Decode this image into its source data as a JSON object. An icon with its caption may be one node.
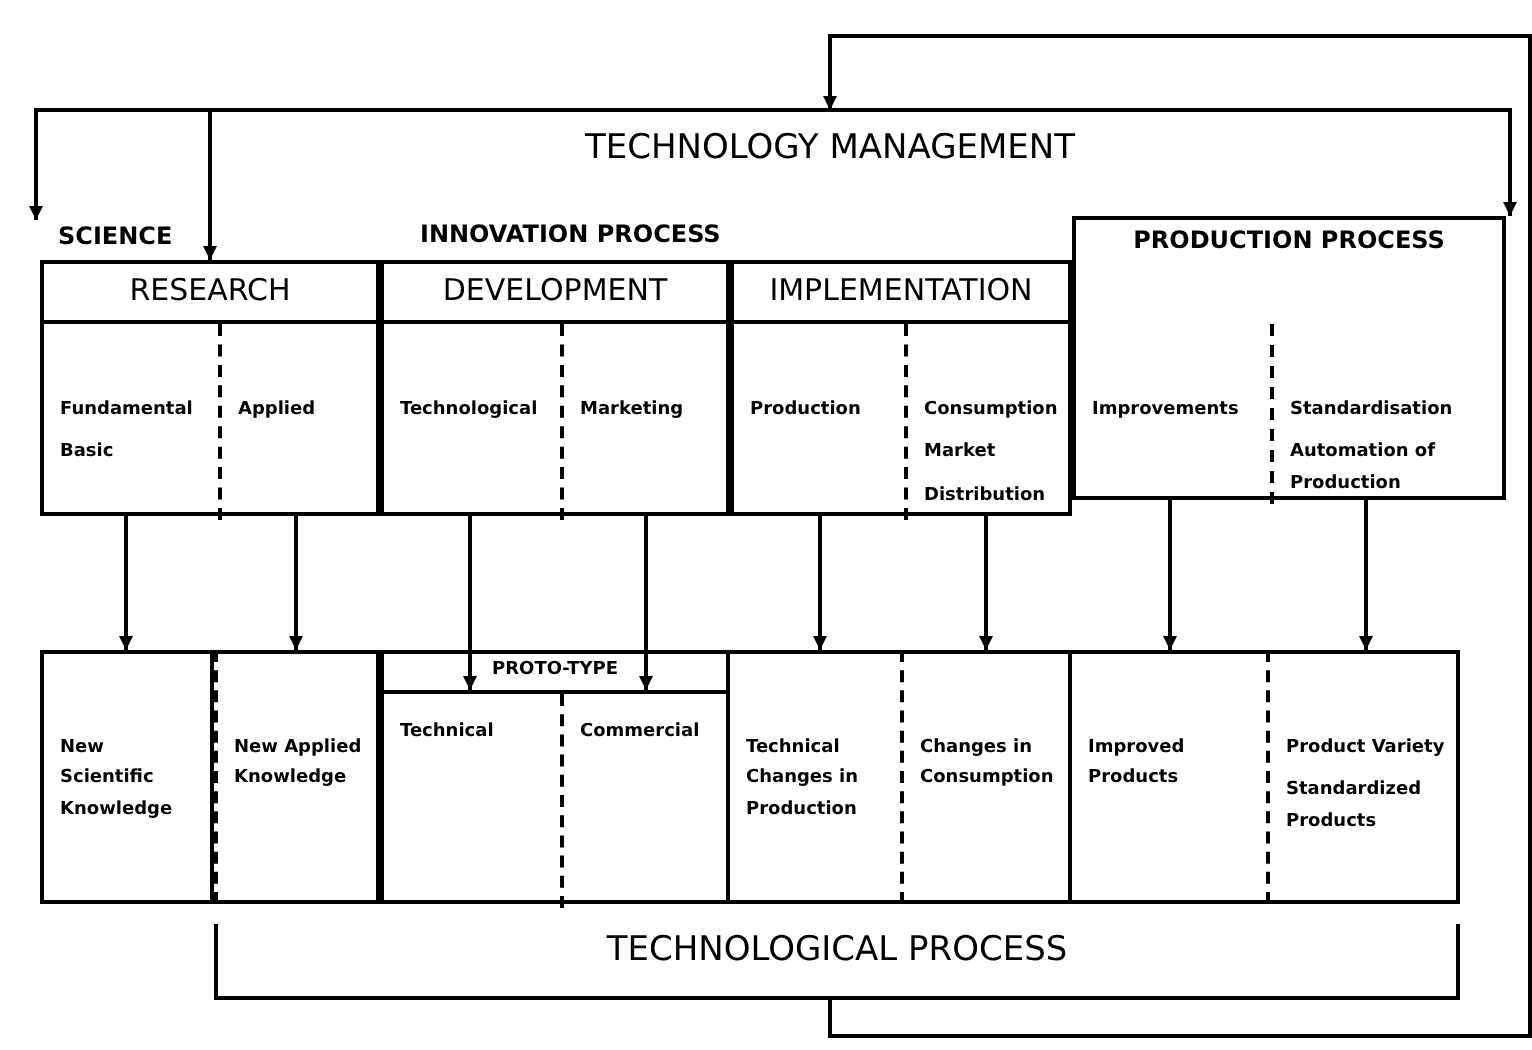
{
  "diagram": {
    "nodes": [
      {
        "text": [
          "TECHNOLOGY MANAGEMENT"
        ]
      },
      {
        "text": [
          "SCIENCE"
        ]
      },
      {
        "text": [
          "RESEARCH"
        ]
      },
      {
        "text": [
          "Fundamental",
          "Basic"
        ],
        "in": 2
      },
      {
        "text": [
          "Applied"
        ],
        "in": 2
      },
      {
        "text": [
          "DEVELOPMENT"
        ]
      },
      {
        "text": [
          "Technological"
        ],
        "in": 5
      },
      {
        "text": [
          "Marketing"
        ],
        "in": 5
      },
      {
        "text": [
          "IMPLEMENTATION"
        ]
      },
      {
        "text": [
          "Production"
        ],
        "in": 8
      },
      {
        "text": [
          "Consumption",
          "Market",
          "Distribution"
        ],
        "in": 8
      },
      {
        "text": [
          "PRODUCTION PROCESS"
        ]
      },
      {
        "text": [
          "Improvements"
        ],
        "in": 11
      },
      {
        "text": [
          "Standardisation",
          "Automation of Production"
        ],
        "in": 11
      },
      {
        "text": [
          "New Scientific Knowledge"
        ]
      },
      {
        "text": [
          "New Applied Knowledge"
        ]
      },
      {
        "text": [
          "PROTO-TYPE"
        ]
      },
      {
        "text": [
          "Technical"
        ],
        "in": 16
      },
      {
        "text": [
          "Commercial"
        ],
        "in": 16
      },
      {
        "text": [
          "Technical Changes in Production"
        ]
      },
      {
        "text": [
          "Changes in Consumption"
        ]
      },
      {
        "text": [
          "Improved Products"
        ]
      },
      {
        "text": [
          "Product Variety",
          "Standardized Products"
        ]
      },
      {
        "text": [
          "TECHNOLOGICAL PROCESS"
        ]
      }
    ],
    "edges": [
      {
        "from": 3,
        "to": 14,
        "arrow": "to"
      },
      {
        "from": 4,
        "to": 15,
        "arrow": "to"
      },
      {
        "from": 6,
        "to": 17,
        "arrow": "to"
      },
      {
        "from": 7,
        "to": 18,
        "arrow": "to"
      },
      {
        "from": 9,
        "to": 19,
        "arrow": "to"
      },
      {
        "from": 10,
        "to": 20,
        "arrow": "to"
      },
      {
        "from": 12,
        "to": 21,
        "arrow": "to"
      },
      {
        "from": 13,
        "to": 22,
        "arrow": "to"
      },
      {
        "from": 23,
        "to": 0,
        "arrow": "to"
      },
      {
        "from": 0,
        "to": 1,
        "arrow": "to"
      },
      {
        "from": 0,
        "to": 2,
        "arrow": "to"
      },
      {
        "from": 0,
        "to": 11,
        "arrow": "to"
      }
    ],
    "labels": [
      "INNOVATION PROCESS"
    ]
  }
}
